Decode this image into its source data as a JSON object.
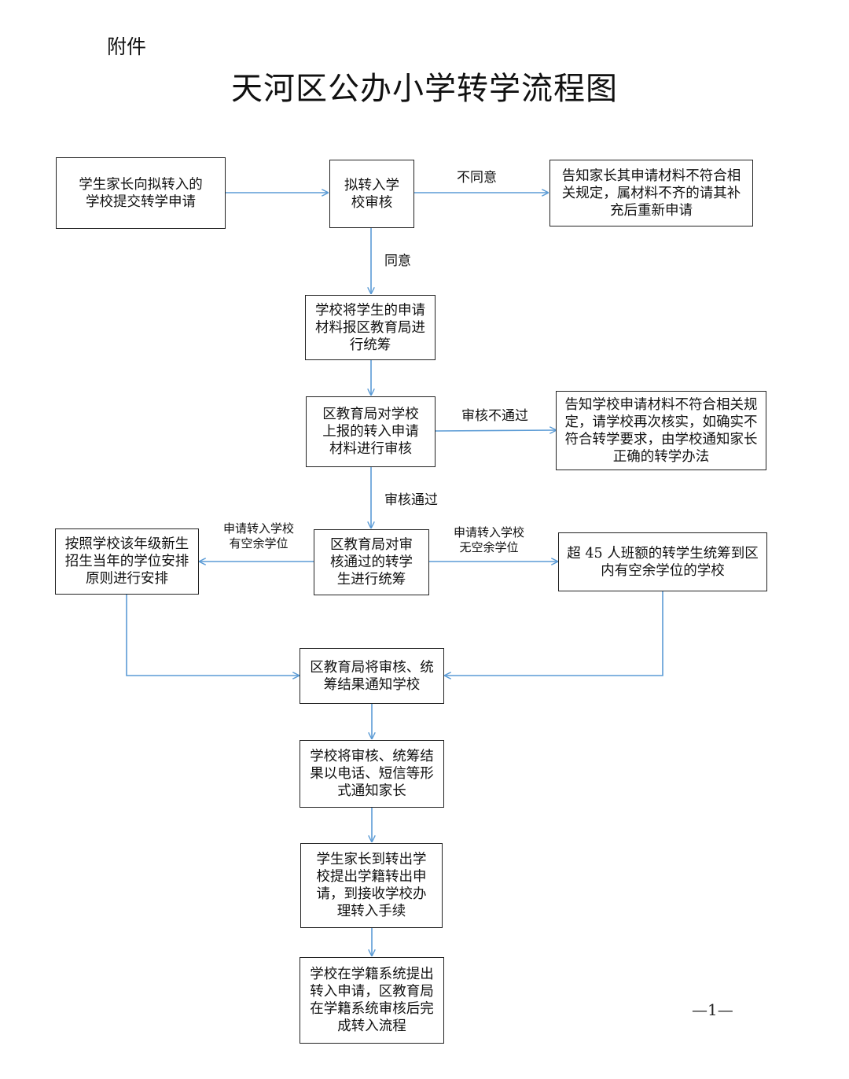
{
  "header": {
    "attachment_label": "附件",
    "title": "天河区公办小学转学流程图"
  },
  "nodes": {
    "parent_submit": "学生家长向拟转入的学校提交转学申请",
    "school_review": "拟转入学校审核",
    "notify_parent_reapply": "告知家长其申请材料不符合相关规定，属材料不齐的请其补充后重新申请",
    "report_to_bureau": "学校将学生的申请材料报区教育局进行统筹",
    "bureau_review": "区教育局对学校上报的转入申请材料进行审核",
    "notify_school_verify": "告知学校申请材料不符合相关规定，请学校再次核实，如确实不符合转学要求，由学校通知家长正确的转学办法",
    "bureau_coordinate": "区教育局对审核通过的转学生进行统筹",
    "arrange_by_grade": "按照学校该年级新生招生当年的学位安排原则进行安排",
    "over_45_class": "超 45 人班额的转学生统筹到区内有空余学位的学校",
    "bureau_notify_school": "区教育局将审核、统筹结果通知学校",
    "school_notify_parent": "学校将审核、统筹结果以电话、短信等形式通知家长",
    "parent_transfer_out": "学生家长到转出学校提出学籍转出申请，到接收学校办理转入手续",
    "system_complete": "学校在学籍系统提出转入申请，区教育局在学籍系统审核后完成转入流程"
  },
  "edge_labels": {
    "disagree": "不同意",
    "agree": "同意",
    "review_fail": "审核不通过",
    "review_pass": "审核通过",
    "has_vacancy": "申请转入学校有空余学位",
    "no_vacancy": "申请转入学校无空余学位"
  },
  "footer": {
    "page_number": "—1—"
  },
  "colors": {
    "connector": "#5b9bd5",
    "box_border": "#222222"
  }
}
